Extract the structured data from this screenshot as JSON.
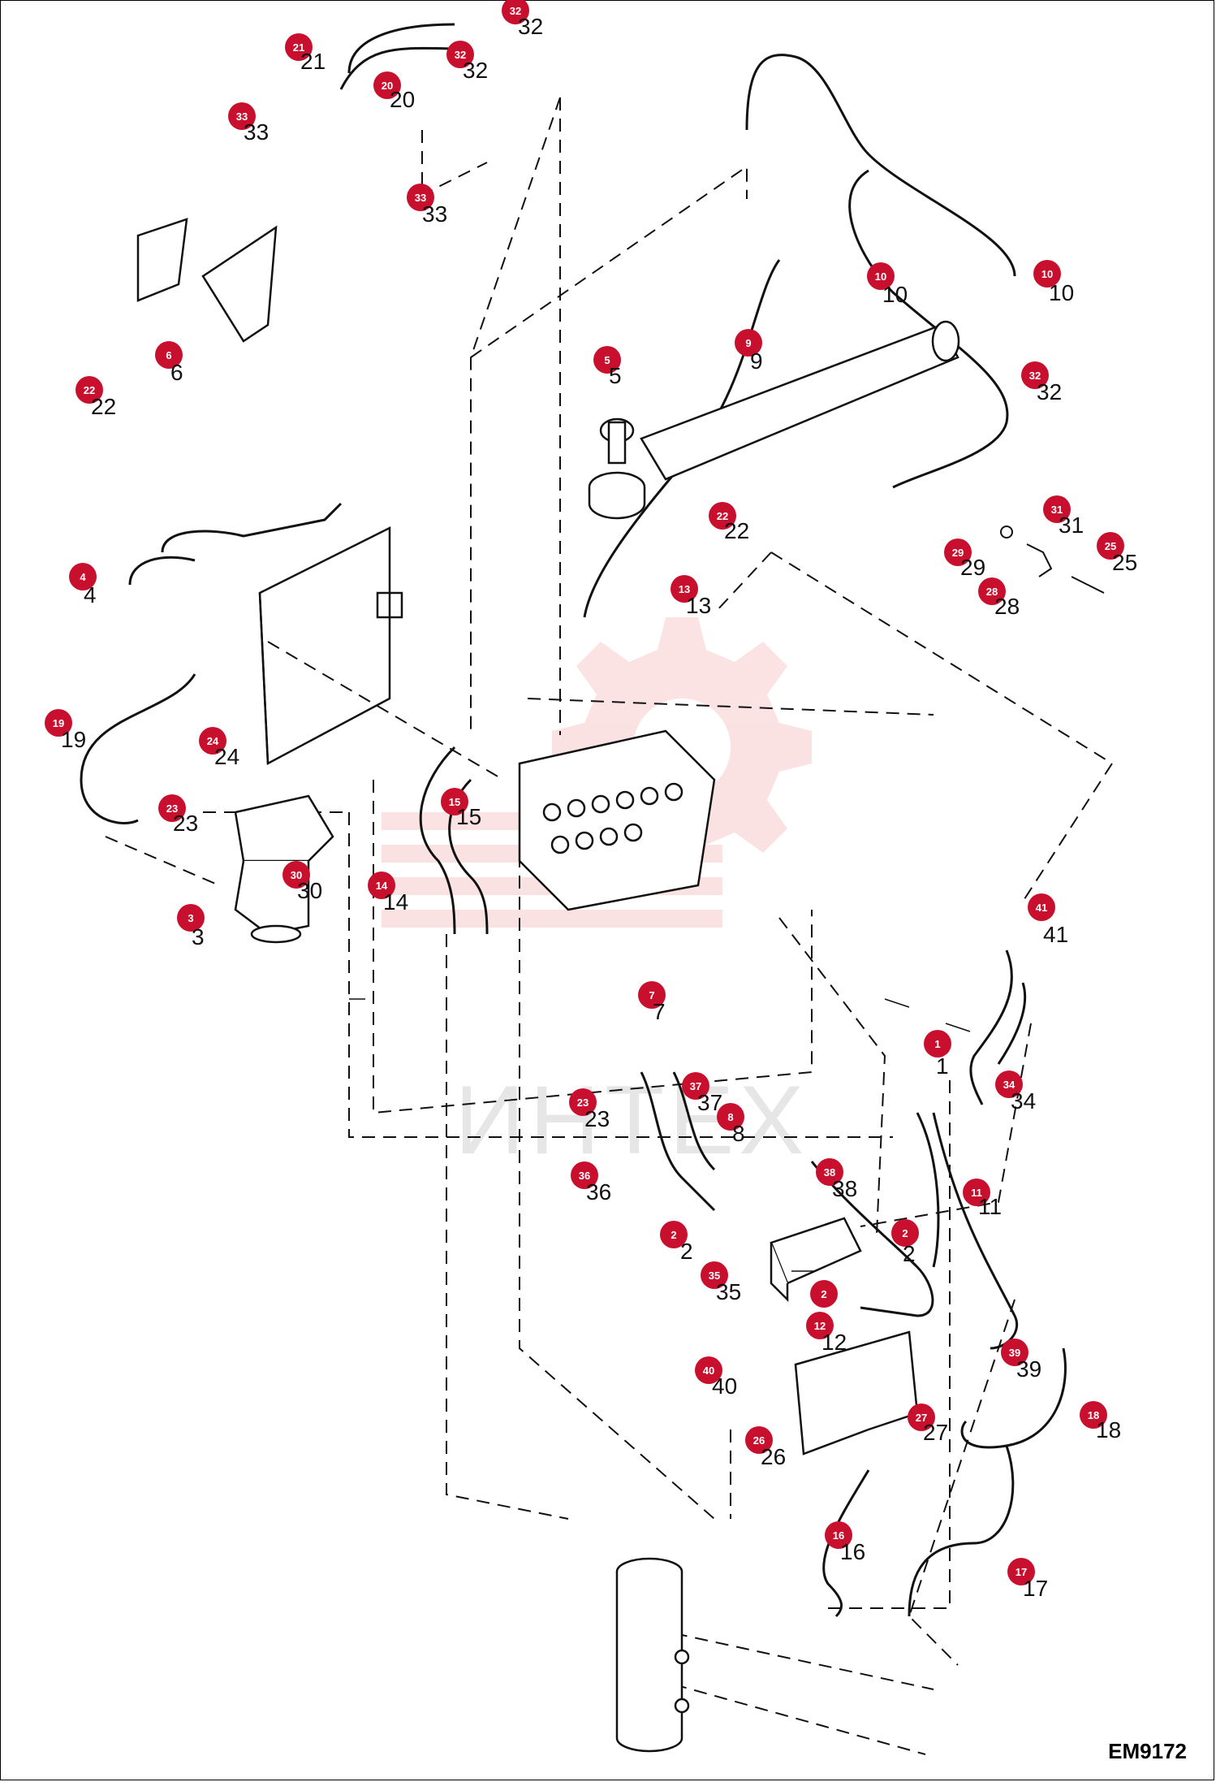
{
  "drawing_code": "EM9172",
  "watermark_text": "ИНТЕХ",
  "colors": {
    "callout": "#c8102e",
    "line": "#111111",
    "watermark": "#f08080"
  },
  "callouts": [
    {
      "num": "1"
    },
    {
      "num": "2"
    },
    {
      "num": "2"
    },
    {
      "num": "2"
    },
    {
      "num": "3"
    },
    {
      "num": "4"
    },
    {
      "num": "5"
    },
    {
      "num": "6"
    },
    {
      "num": "7"
    },
    {
      "num": "8"
    },
    {
      "num": "9"
    },
    {
      "num": "10"
    },
    {
      "num": "10"
    },
    {
      "num": "11"
    },
    {
      "num": "12"
    },
    {
      "num": "13"
    },
    {
      "num": "14"
    },
    {
      "num": "15"
    },
    {
      "num": "16"
    },
    {
      "num": "17"
    },
    {
      "num": "18"
    },
    {
      "num": "19"
    },
    {
      "num": "20"
    },
    {
      "num": "21"
    },
    {
      "num": "22"
    },
    {
      "num": "22"
    },
    {
      "num": "23"
    },
    {
      "num": "23"
    },
    {
      "num": "24"
    },
    {
      "num": "25"
    },
    {
      "num": "26"
    },
    {
      "num": "27"
    },
    {
      "num": "28"
    },
    {
      "num": "29"
    },
    {
      "num": "30"
    },
    {
      "num": "31"
    },
    {
      "num": "32"
    },
    {
      "num": "32"
    },
    {
      "num": "32"
    },
    {
      "num": "33"
    },
    {
      "num": "33"
    },
    {
      "num": "34"
    },
    {
      "num": "35"
    },
    {
      "num": "36"
    },
    {
      "num": "37"
    },
    {
      "num": "38"
    },
    {
      "num": "39"
    },
    {
      "num": "40"
    },
    {
      "num": "41"
    }
  ],
  "labels": [
    {
      "text": "1"
    },
    {
      "text": "2"
    },
    {
      "text": "2"
    },
    {
      "text": "3"
    },
    {
      "text": "4"
    },
    {
      "text": "5"
    },
    {
      "text": "6"
    },
    {
      "text": "7"
    },
    {
      "text": "8"
    },
    {
      "text": "9"
    },
    {
      "text": "10"
    },
    {
      "text": "10"
    },
    {
      "text": "11"
    },
    {
      "text": "12"
    },
    {
      "text": "13"
    },
    {
      "text": "14"
    },
    {
      "text": "15"
    },
    {
      "text": "16"
    },
    {
      "text": "17"
    },
    {
      "text": "18"
    },
    {
      "text": "19"
    },
    {
      "text": "20"
    },
    {
      "text": "21"
    },
    {
      "text": "22"
    },
    {
      "text": "22"
    },
    {
      "text": "23"
    },
    {
      "text": "23"
    },
    {
      "text": "24"
    },
    {
      "text": "25"
    },
    {
      "text": "26"
    },
    {
      "text": "27"
    },
    {
      "text": "28"
    },
    {
      "text": "29"
    },
    {
      "text": "30"
    },
    {
      "text": "31"
    },
    {
      "text": "32"
    },
    {
      "text": "32"
    },
    {
      "text": "32"
    },
    {
      "text": "33"
    },
    {
      "text": "33"
    },
    {
      "text": "34"
    },
    {
      "text": "35"
    },
    {
      "text": "36"
    },
    {
      "text": "37"
    },
    {
      "text": "38"
    },
    {
      "text": "39"
    },
    {
      "text": "40"
    },
    {
      "text": "41"
    }
  ]
}
